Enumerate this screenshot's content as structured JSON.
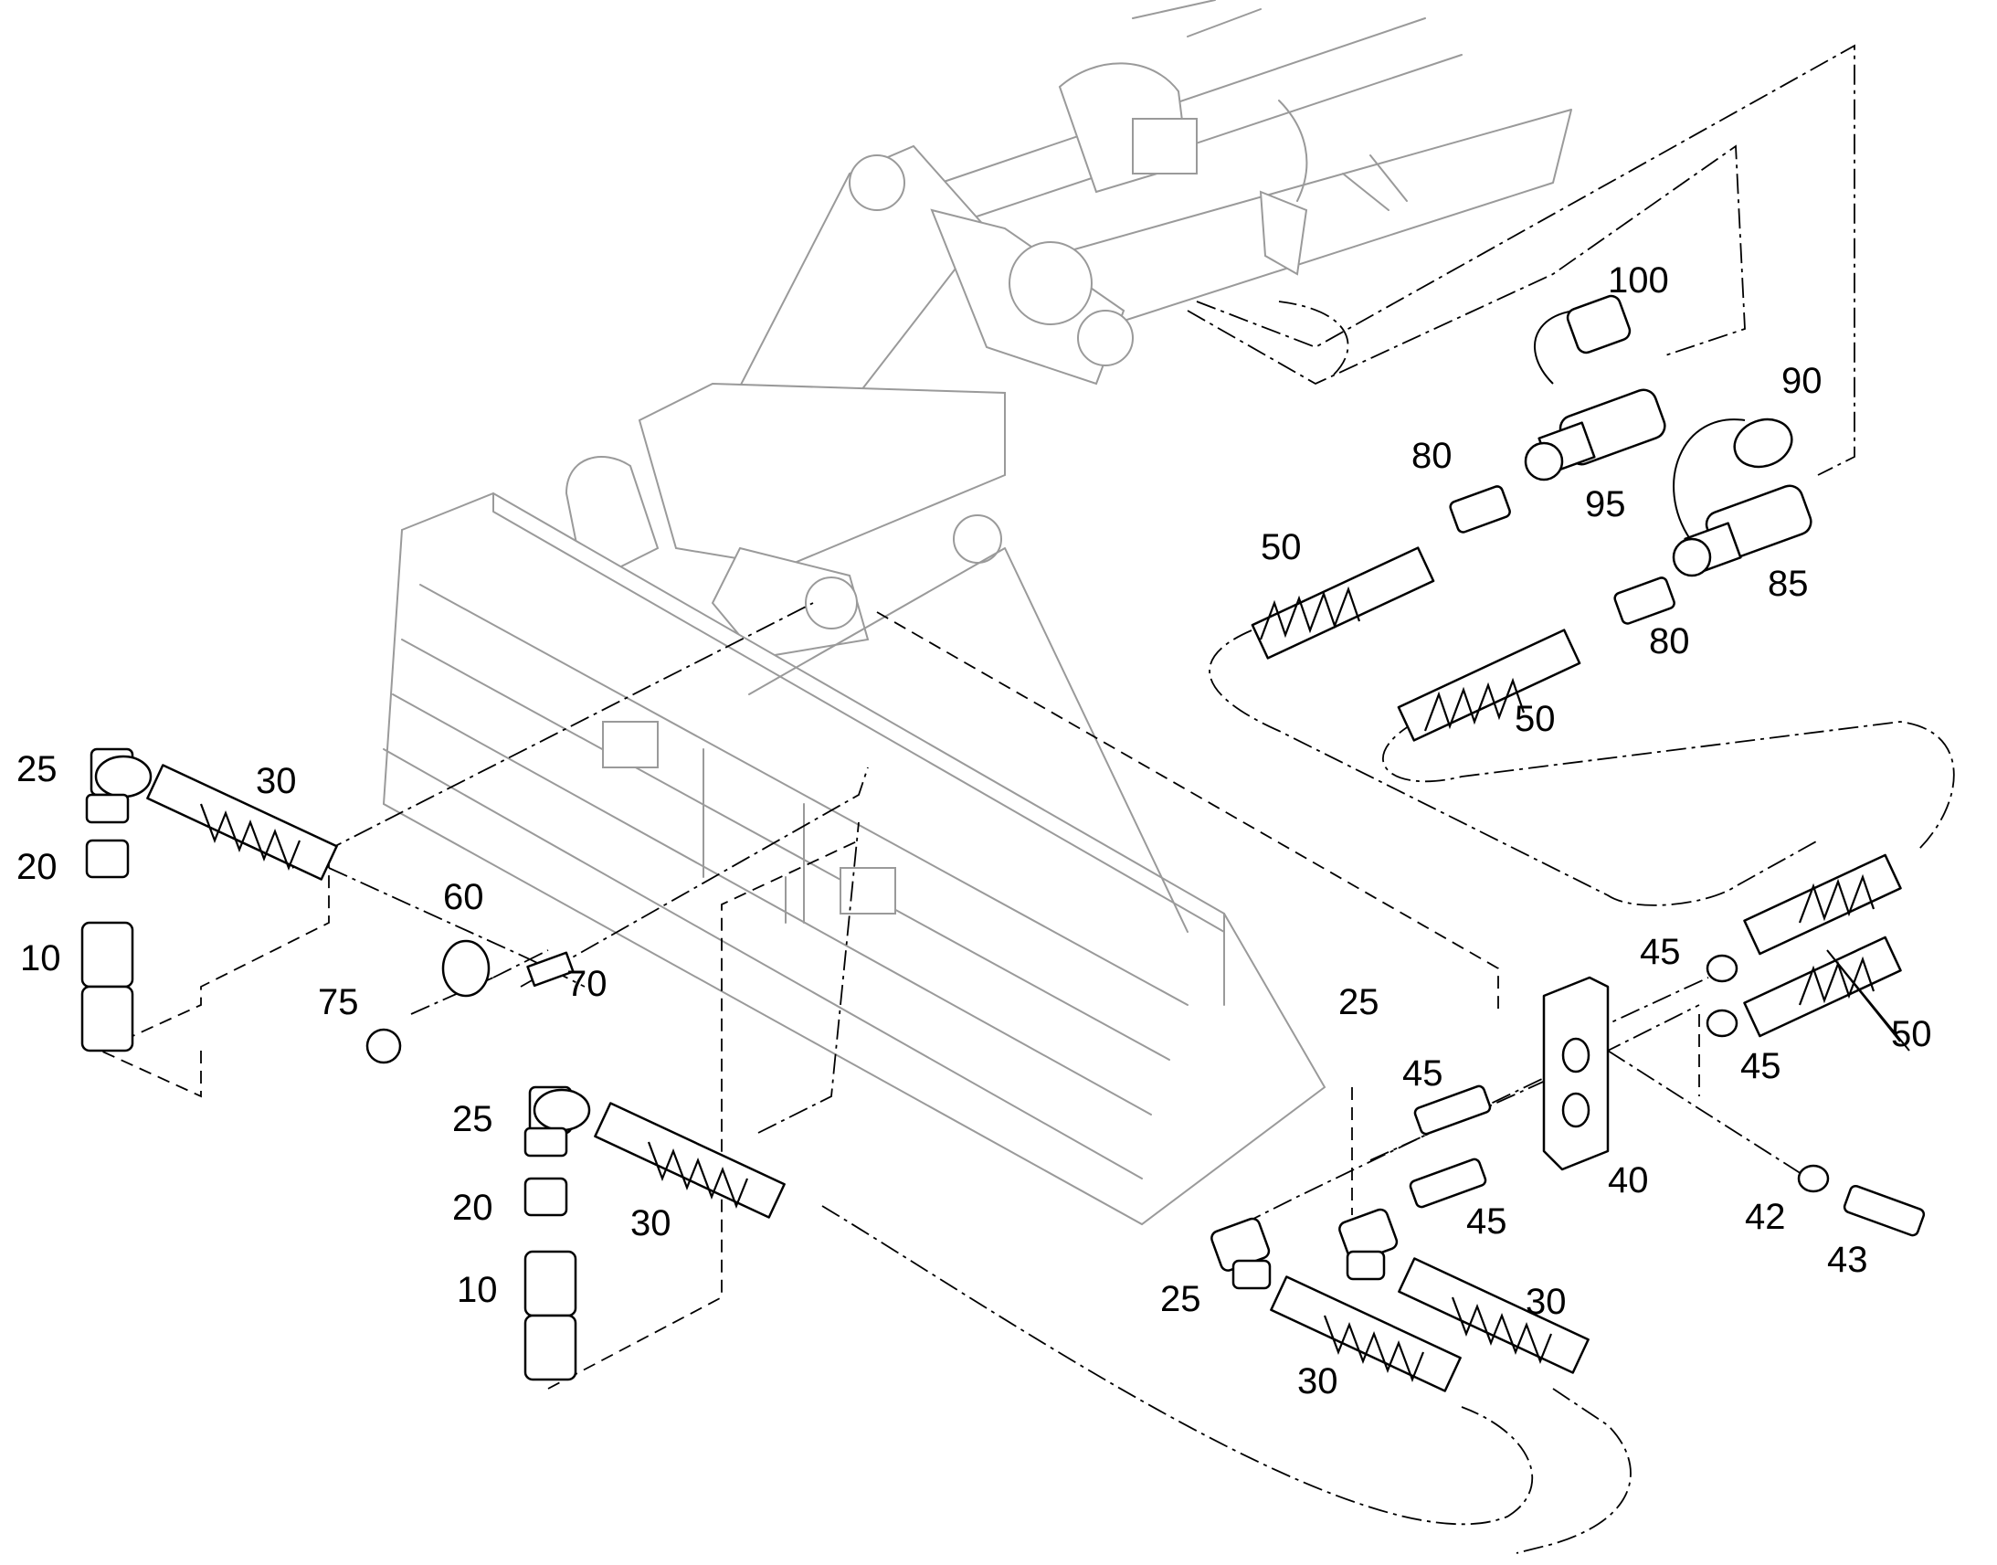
{
  "diagram": {
    "callouts": {
      "c100": "100",
      "c90": "90",
      "c80_top": "80",
      "c95": "95",
      "c85": "85",
      "c80_mid": "80",
      "c50_top": "50",
      "c50_mid": "50",
      "c50_right": "50",
      "c25_left": "25",
      "c30_left": "30",
      "c20_left": "20",
      "c10_left": "10",
      "c60": "60",
      "c70": "70",
      "c75": "75",
      "c25_center": "25",
      "c20_center": "20",
      "c10_center": "10",
      "c30_center": "30",
      "c25_right_top": "25",
      "c45_a": "45",
      "c45_b": "45",
      "c45_c": "45",
      "c45_d": "45",
      "c40": "40",
      "c42": "42",
      "c43": "43",
      "c25_right_bottom": "25",
      "c30_right_a": "30",
      "c30_right_b": "30"
    }
  }
}
